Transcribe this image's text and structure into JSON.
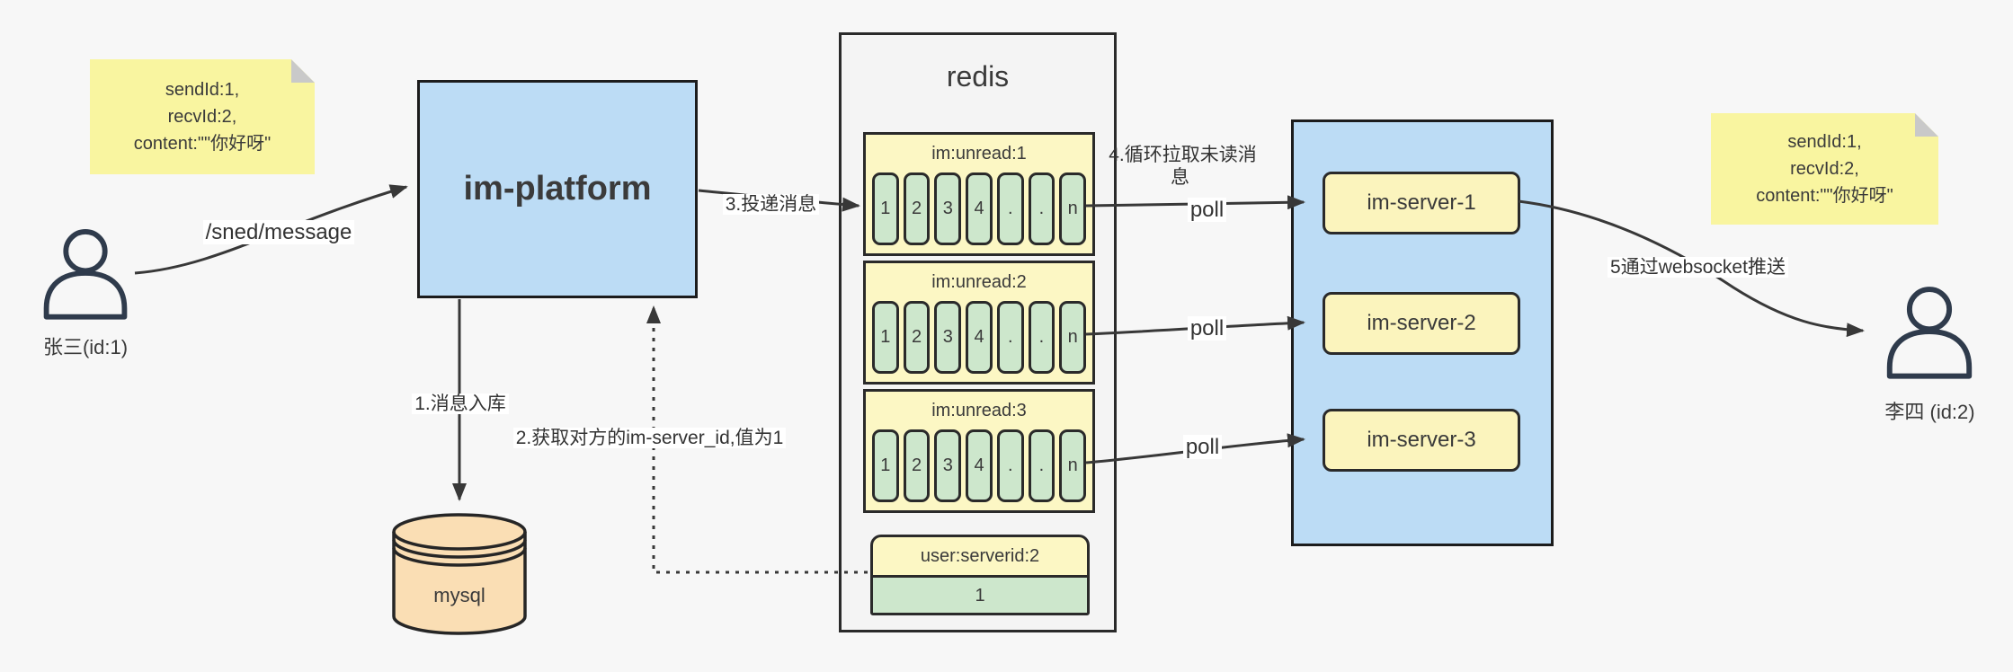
{
  "notes": {
    "left": {
      "text": "sendId:1,\nrecvId:2,\ncontent:\"\"你好呀\""
    },
    "right": {
      "text": "sendId:1,\nrecvId:2,\ncontent:\"\"你好呀\""
    }
  },
  "actors": {
    "sender": {
      "label": "张三(id:1)"
    },
    "receiver": {
      "label": "李四 (id:2)"
    }
  },
  "platform": {
    "label": "im-platform"
  },
  "database": {
    "label": "mysql"
  },
  "redis": {
    "title": "redis",
    "queues": [
      {
        "header": "im:unread:1",
        "cells": [
          "1",
          "2",
          "3",
          "4",
          ".",
          ".",
          "n"
        ]
      },
      {
        "header": "im:unread:2",
        "cells": [
          "1",
          "2",
          "3",
          "4",
          ".",
          ".",
          "n"
        ]
      },
      {
        "header": "im:unread:3",
        "cells": [
          "1",
          "2",
          "3",
          "4",
          ".",
          ".",
          "n"
        ]
      }
    ],
    "kv": {
      "header": "user:serverid:2",
      "value": "1"
    }
  },
  "servers": [
    {
      "label": "im-server-1"
    },
    {
      "label": "im-server-2"
    },
    {
      "label": "im-server-3"
    }
  ],
  "edges": {
    "send": "/sned/message",
    "store": "1.消息入库",
    "get_server_id": "2.获取对方的im-server_id,值为1",
    "deliver": "3.投递消息",
    "pull_loop": "4.循环拉取未读消息",
    "poll_1": "poll",
    "poll_2": "poll",
    "poll_3": "poll",
    "push": "5通过websocket推送"
  },
  "colors": {
    "background": "#F7F7F7",
    "sticky_yellow": "#F9F5A0",
    "box_blue": "#BCDCF5",
    "queue_yellow": "#FCF7C4",
    "cell_green": "#CDE7CC",
    "server_yellow": "#FBF4BD",
    "db_tan": "#FADEB4",
    "line_color": "#383838"
  }
}
